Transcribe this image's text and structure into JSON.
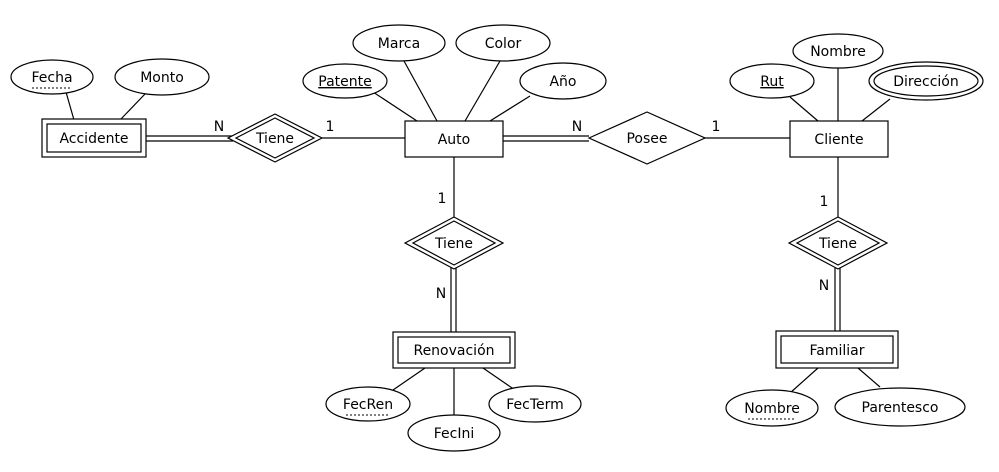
{
  "colors": {
    "line": "#000000",
    "background": "#ffffff"
  },
  "entities": {
    "accidente": "Accidente",
    "auto": "Auto",
    "cliente": "Cliente",
    "renovacion": "Renovación",
    "familiar": "Familiar"
  },
  "relationships": {
    "tiene_accidente": "Tiene",
    "posee": "Posee",
    "tiene_renovacion": "Tiene",
    "tiene_familiar": "Tiene"
  },
  "attributes": {
    "fecha": "Fecha",
    "monto": "Monto",
    "marca": "Marca",
    "color": "Color",
    "patente": "Patente",
    "anio": "Año",
    "nombre_cliente": "Nombre",
    "rut": "Rut",
    "direccion": "Dirección",
    "fecren": "FecRen",
    "fecini": "FecIni",
    "fecterm": "FecTerm",
    "nombre_familiar": "Nombre",
    "parentesco": "Parentesco"
  },
  "cardinalities": {
    "accidente_tiene": "N",
    "tiene_auto": "1",
    "auto_posee": "N",
    "posee_cliente": "1",
    "auto_tiene": "1",
    "tiene_renovacion": "N",
    "cliente_tiene": "1",
    "tiene_familiar": "N"
  }
}
